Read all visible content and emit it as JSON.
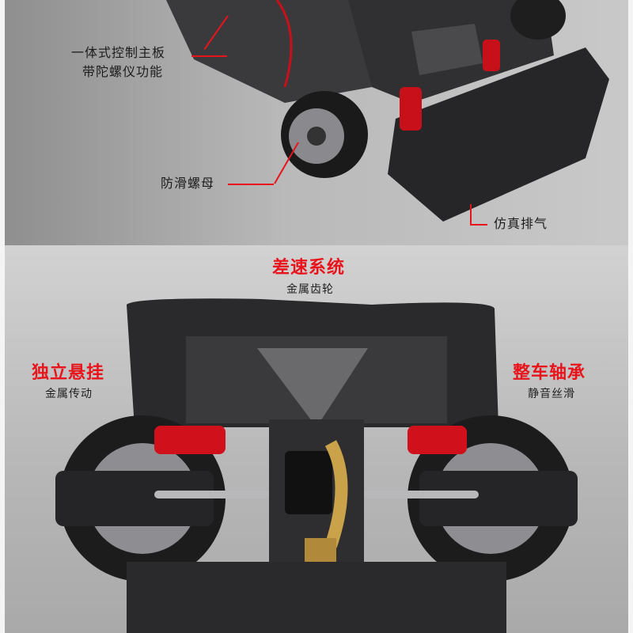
{
  "top_callouts": {
    "control_board": [
      "一体式控制主板",
      "带陀螺仪功能"
    ],
    "anti_slip_nut": "防滑螺母",
    "exhaust": "仿真排气"
  },
  "features": {
    "differential": {
      "title": "差速系统",
      "subtitle": "金属齿轮"
    },
    "suspension": {
      "title": "独立悬挂",
      "subtitle": "金属传动"
    },
    "bearings": {
      "title": "整车轴承",
      "subtitle": "静音丝滑"
    }
  },
  "colors": {
    "accent": "#e8141c",
    "chassis": "#2b2b2d",
    "spring": "#d0101a",
    "gear": "#c9a24a"
  }
}
